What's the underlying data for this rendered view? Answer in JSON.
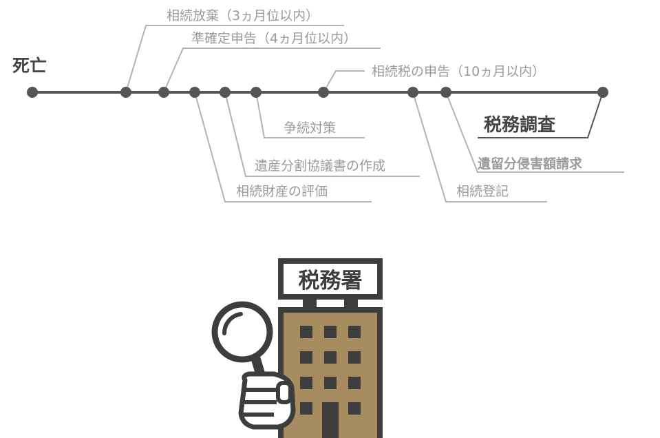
{
  "timeline": {
    "start_label": "死亡",
    "events": {
      "renunciation": "相続放棄（3ヵ月位以内）",
      "quasi_return": "準確定申告（4ヵ月位以内）",
      "tax_return": "相続税の申告（10ヵ月以内）",
      "dispute_measures": "争続対策",
      "division_agreement": "遺産分割協議書の作成",
      "asset_valuation": "相続財産の評価",
      "registration": "相続登記",
      "tax_audit": "税務調査",
      "reserved_share_claim": "遺留分侵害額請求"
    }
  },
  "illustration": {
    "building_sign": "税務署",
    "icons": [
      "tax-office-building-icon",
      "magnifying-glass-icon",
      "hand-icon"
    ]
  },
  "colors": {
    "line": "#555555",
    "dot": "#555555",
    "leader": "#b3b3b3",
    "label_text": "#9a9a9a",
    "emphasis_text": "#444444",
    "building_fill": "#a68c5e",
    "building_dark": "#3d3d3d"
  }
}
